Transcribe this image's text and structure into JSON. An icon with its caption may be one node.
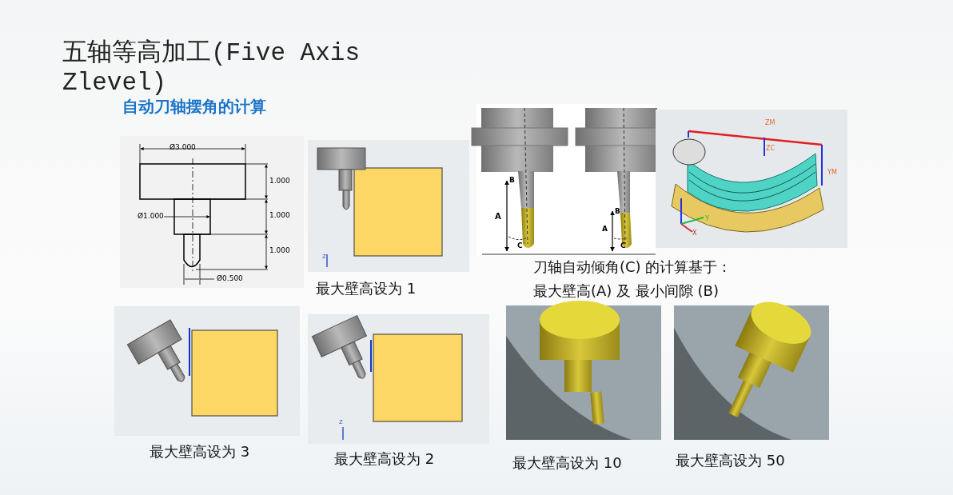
{
  "diagram": {
    "title": "五轴等高加工(Five Axis Zlevel)",
    "labels": [
      "自动刀轴摆角的计算",
      "Ø3.000",
      "1.000",
      "1.000",
      "1.000",
      "Ø1.000",
      "Ø0.500",
      "Z",
      "最大壁高设为 1",
      "B",
      "A",
      "C",
      "B",
      "A",
      "C",
      "ZM",
      "ZC",
      "YM",
      "Y",
      "X",
      "刀轴自动倾角(C) 的计算基于 :",
      "最大壁高(A) 及 最小间隙 (B)",
      "Z",
      "最大壁高设为 3",
      "最大壁高设为 2",
      "最大壁高设为 10",
      "最大壁高设为 50"
    ]
  }
}
